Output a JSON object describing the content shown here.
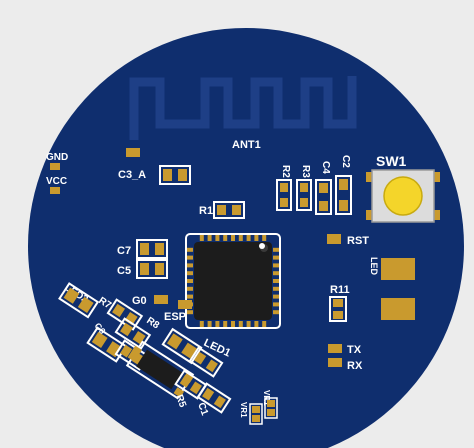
{
  "colors": {
    "pcb": "#0f2e6e",
    "silkscreen": "#ffffff",
    "pad": "#c99a2e",
    "chip": "#1c1c1c",
    "button_cap": "#f4d52a",
    "background": "#ececec"
  },
  "labels": {
    "ant": "ANT1",
    "gnd": "GND",
    "vcc": "VCC",
    "c3a": "C3_A",
    "r1": "R1",
    "r2": "R2",
    "r3": "R3",
    "c4": "C4",
    "c2": "C2",
    "sw1": "SW1",
    "rst": "RST",
    "c7": "C7",
    "c5": "C5",
    "led_right": "LED",
    "r11": "R11",
    "tx": "TX",
    "rx": "RX",
    "led2": "LED2",
    "r7": "R7",
    "g0": "G0",
    "esp": "ESP",
    "c6": "C6",
    "r8": "R8",
    "led1": "LED1",
    "r5": "R5",
    "c1": "C1",
    "reg_left": "VR1",
    "reg_right": "VR1"
  }
}
